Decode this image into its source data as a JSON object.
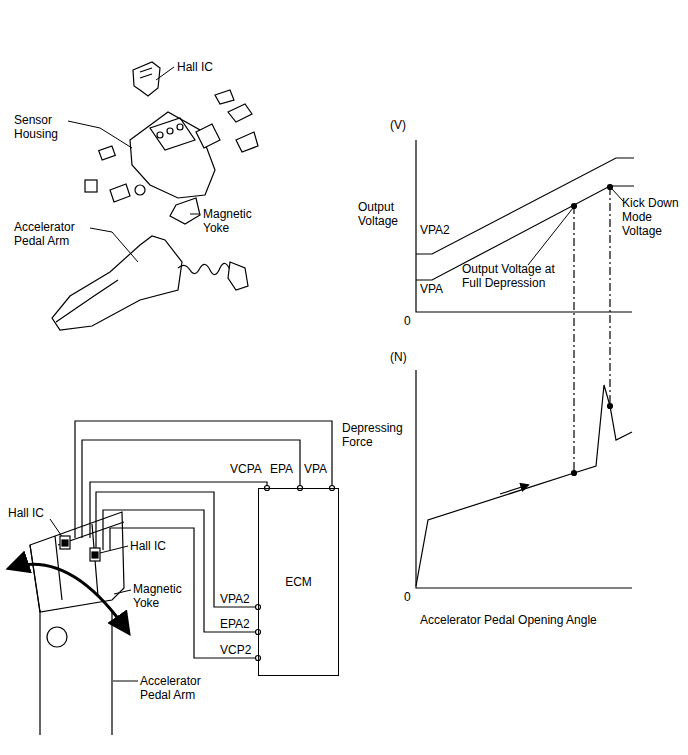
{
  "diagram": {
    "nodes": [
      {
        "text": [
          "ECM"
        ]
      }
    ],
    "labels": [
      "Hall IC",
      "Sensor Housing",
      "Accelerator Pedal Arm",
      "Magnetic Yoke",
      "(V)",
      "Output Voltage",
      "VPA2",
      "VPA",
      "0",
      "Output Voltage at Full Depression",
      "Kick Down Mode Voltage",
      "(N)",
      "Depressing Force",
      "0",
      "Accelerator Pedal Opening Angle",
      "VCPA",
      "EPA",
      "VPA",
      "VPA2",
      "EPA2",
      "VCP2",
      "Hall IC",
      "Hall IC",
      "Magnetic Yoke",
      "Accelerator Pedal Arm"
    ]
  }
}
